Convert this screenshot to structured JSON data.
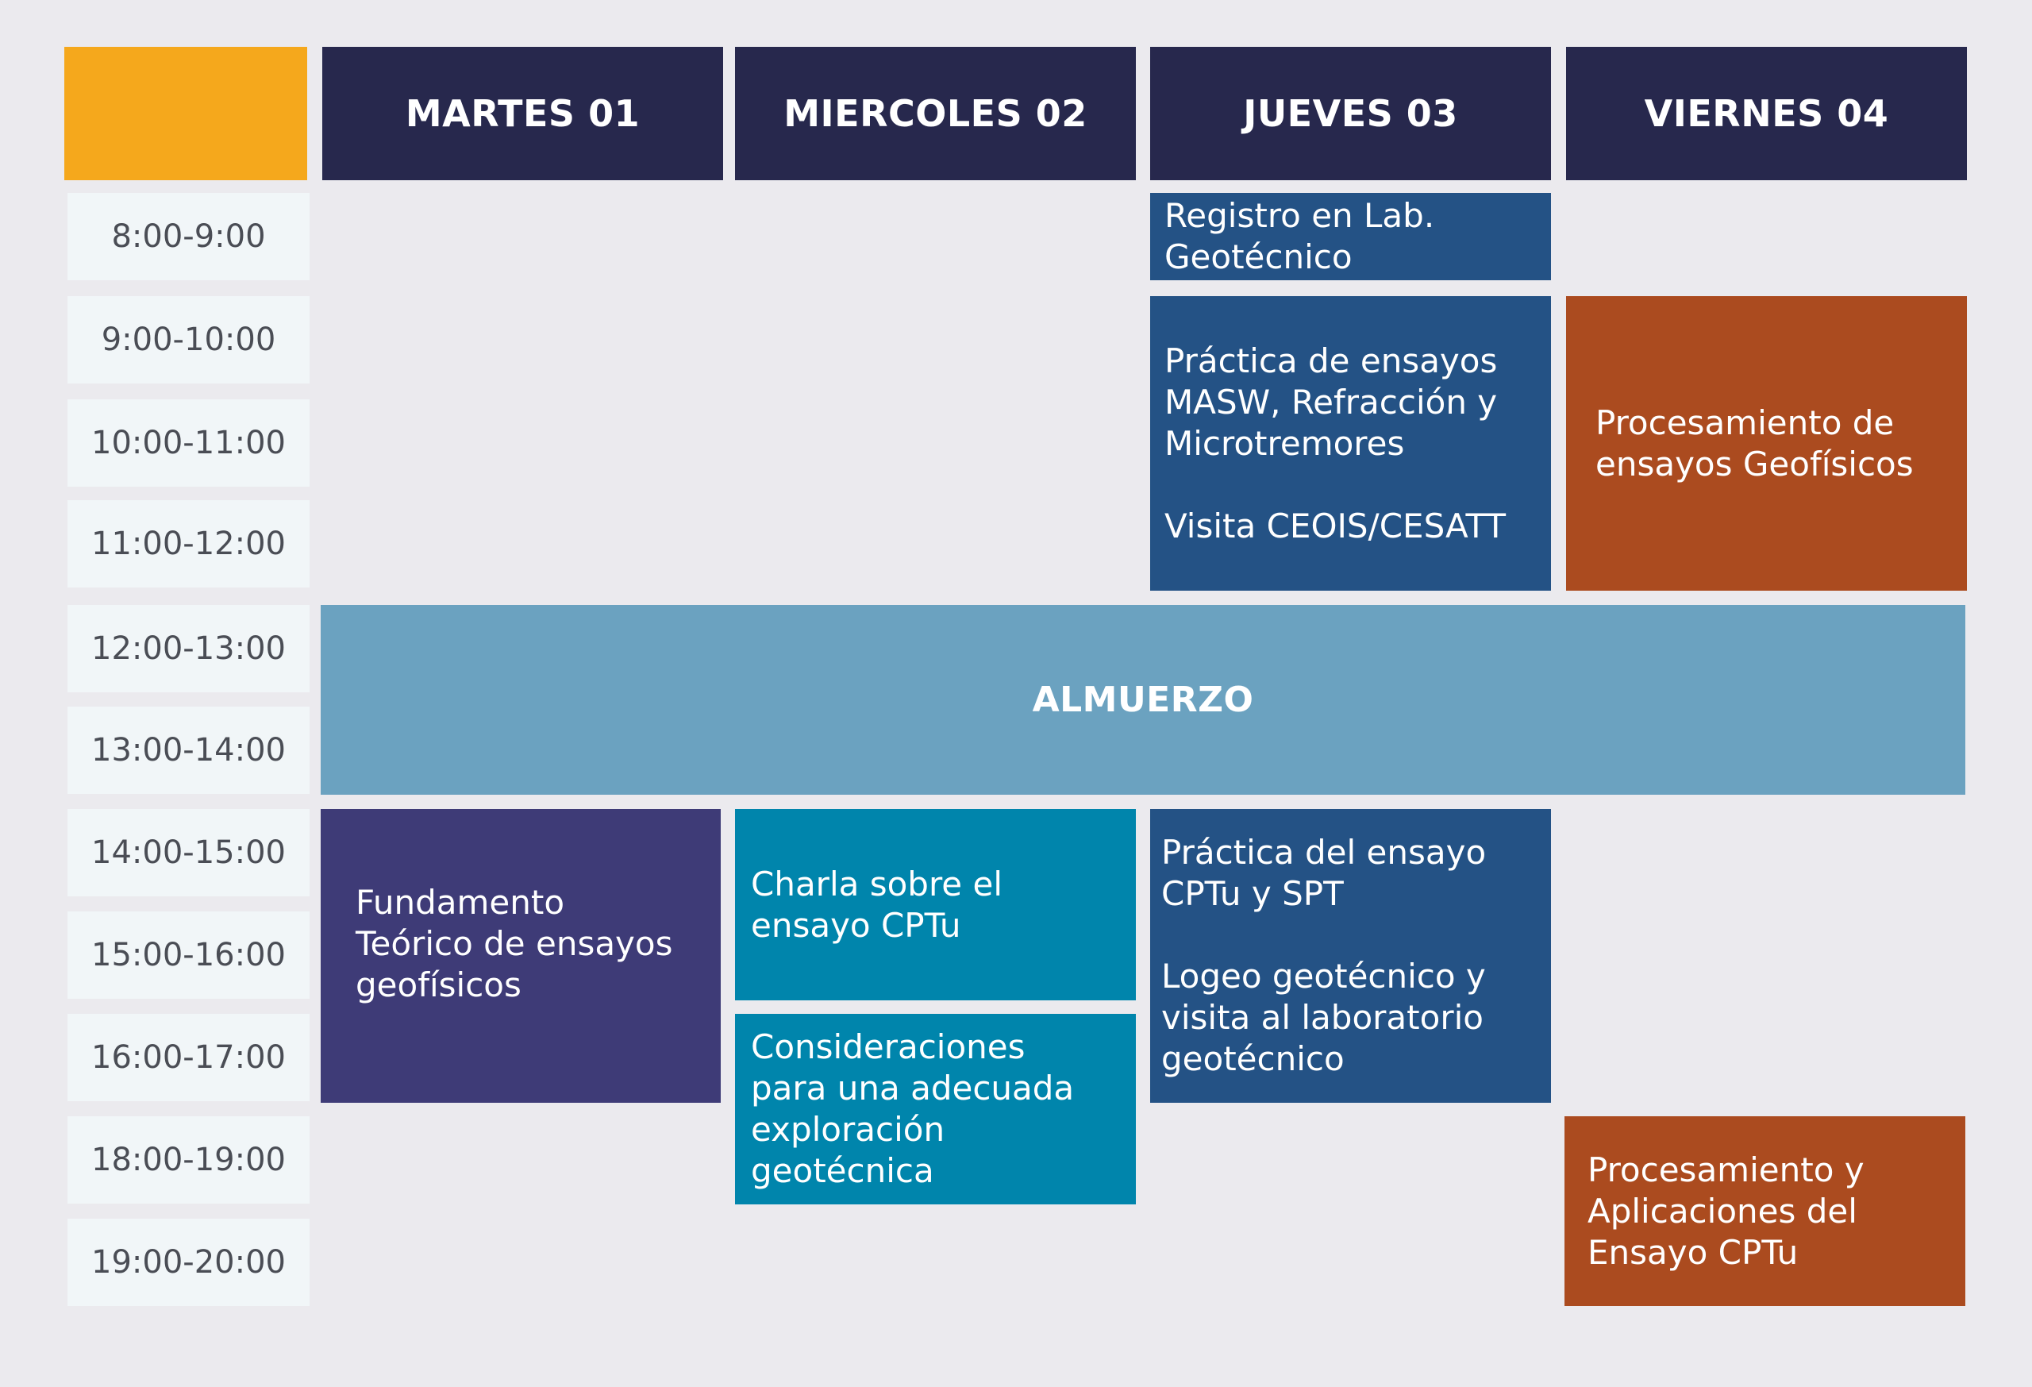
{
  "colors": {
    "background": "#ebeaee",
    "corner": "#f5a81c",
    "header": "#27284d",
    "time_cell": "#f1f6f8",
    "navy_blue": "#245285",
    "orange": "#ab4b1f",
    "lunch": "#6ba2c0",
    "purple": "#3e3b77",
    "teal": "#0085ac"
  },
  "days": [
    "MARTES 01",
    "MIERCOLES 02",
    "JUEVES 03",
    "VIERNES 04"
  ],
  "times": [
    "8:00-9:00",
    "9:00-10:00",
    "10:00-11:00",
    "11:00-12:00",
    "12:00-13:00",
    "13:00-14:00",
    "14:00-15:00",
    "15:00-16:00",
    "16:00-17:00",
    "18:00-19:00",
    "19:00-20:00"
  ],
  "events": {
    "registro": "Registro en Lab.\nGeotécnico",
    "practica_masw": "Práctica de ensayos\nMASW, Refracción y\nMicrotremores\n\nVisita CEOIS/CESATT",
    "procesamiento_geofisicos": "Procesamiento de\nensayos Geofísicos",
    "almuerzo": "ALMUERZO",
    "fundamento": "Fundamento\nTeórico de ensayos\ngeofísicos",
    "charla_cptu": "Charla sobre el\nensayo CPTu",
    "consideraciones": "Consideraciones\npara una adecuada\nexploración\ngeotécnica",
    "practica_cptu": "Práctica del ensayo\nCPTu y SPT\n\nLogeo geotécnico y\nvisita al laboratorio\ngeotécnico",
    "procesamiento_cptu": "Procesamiento y\nAplicaciones del\nEnsayo CPTu"
  }
}
